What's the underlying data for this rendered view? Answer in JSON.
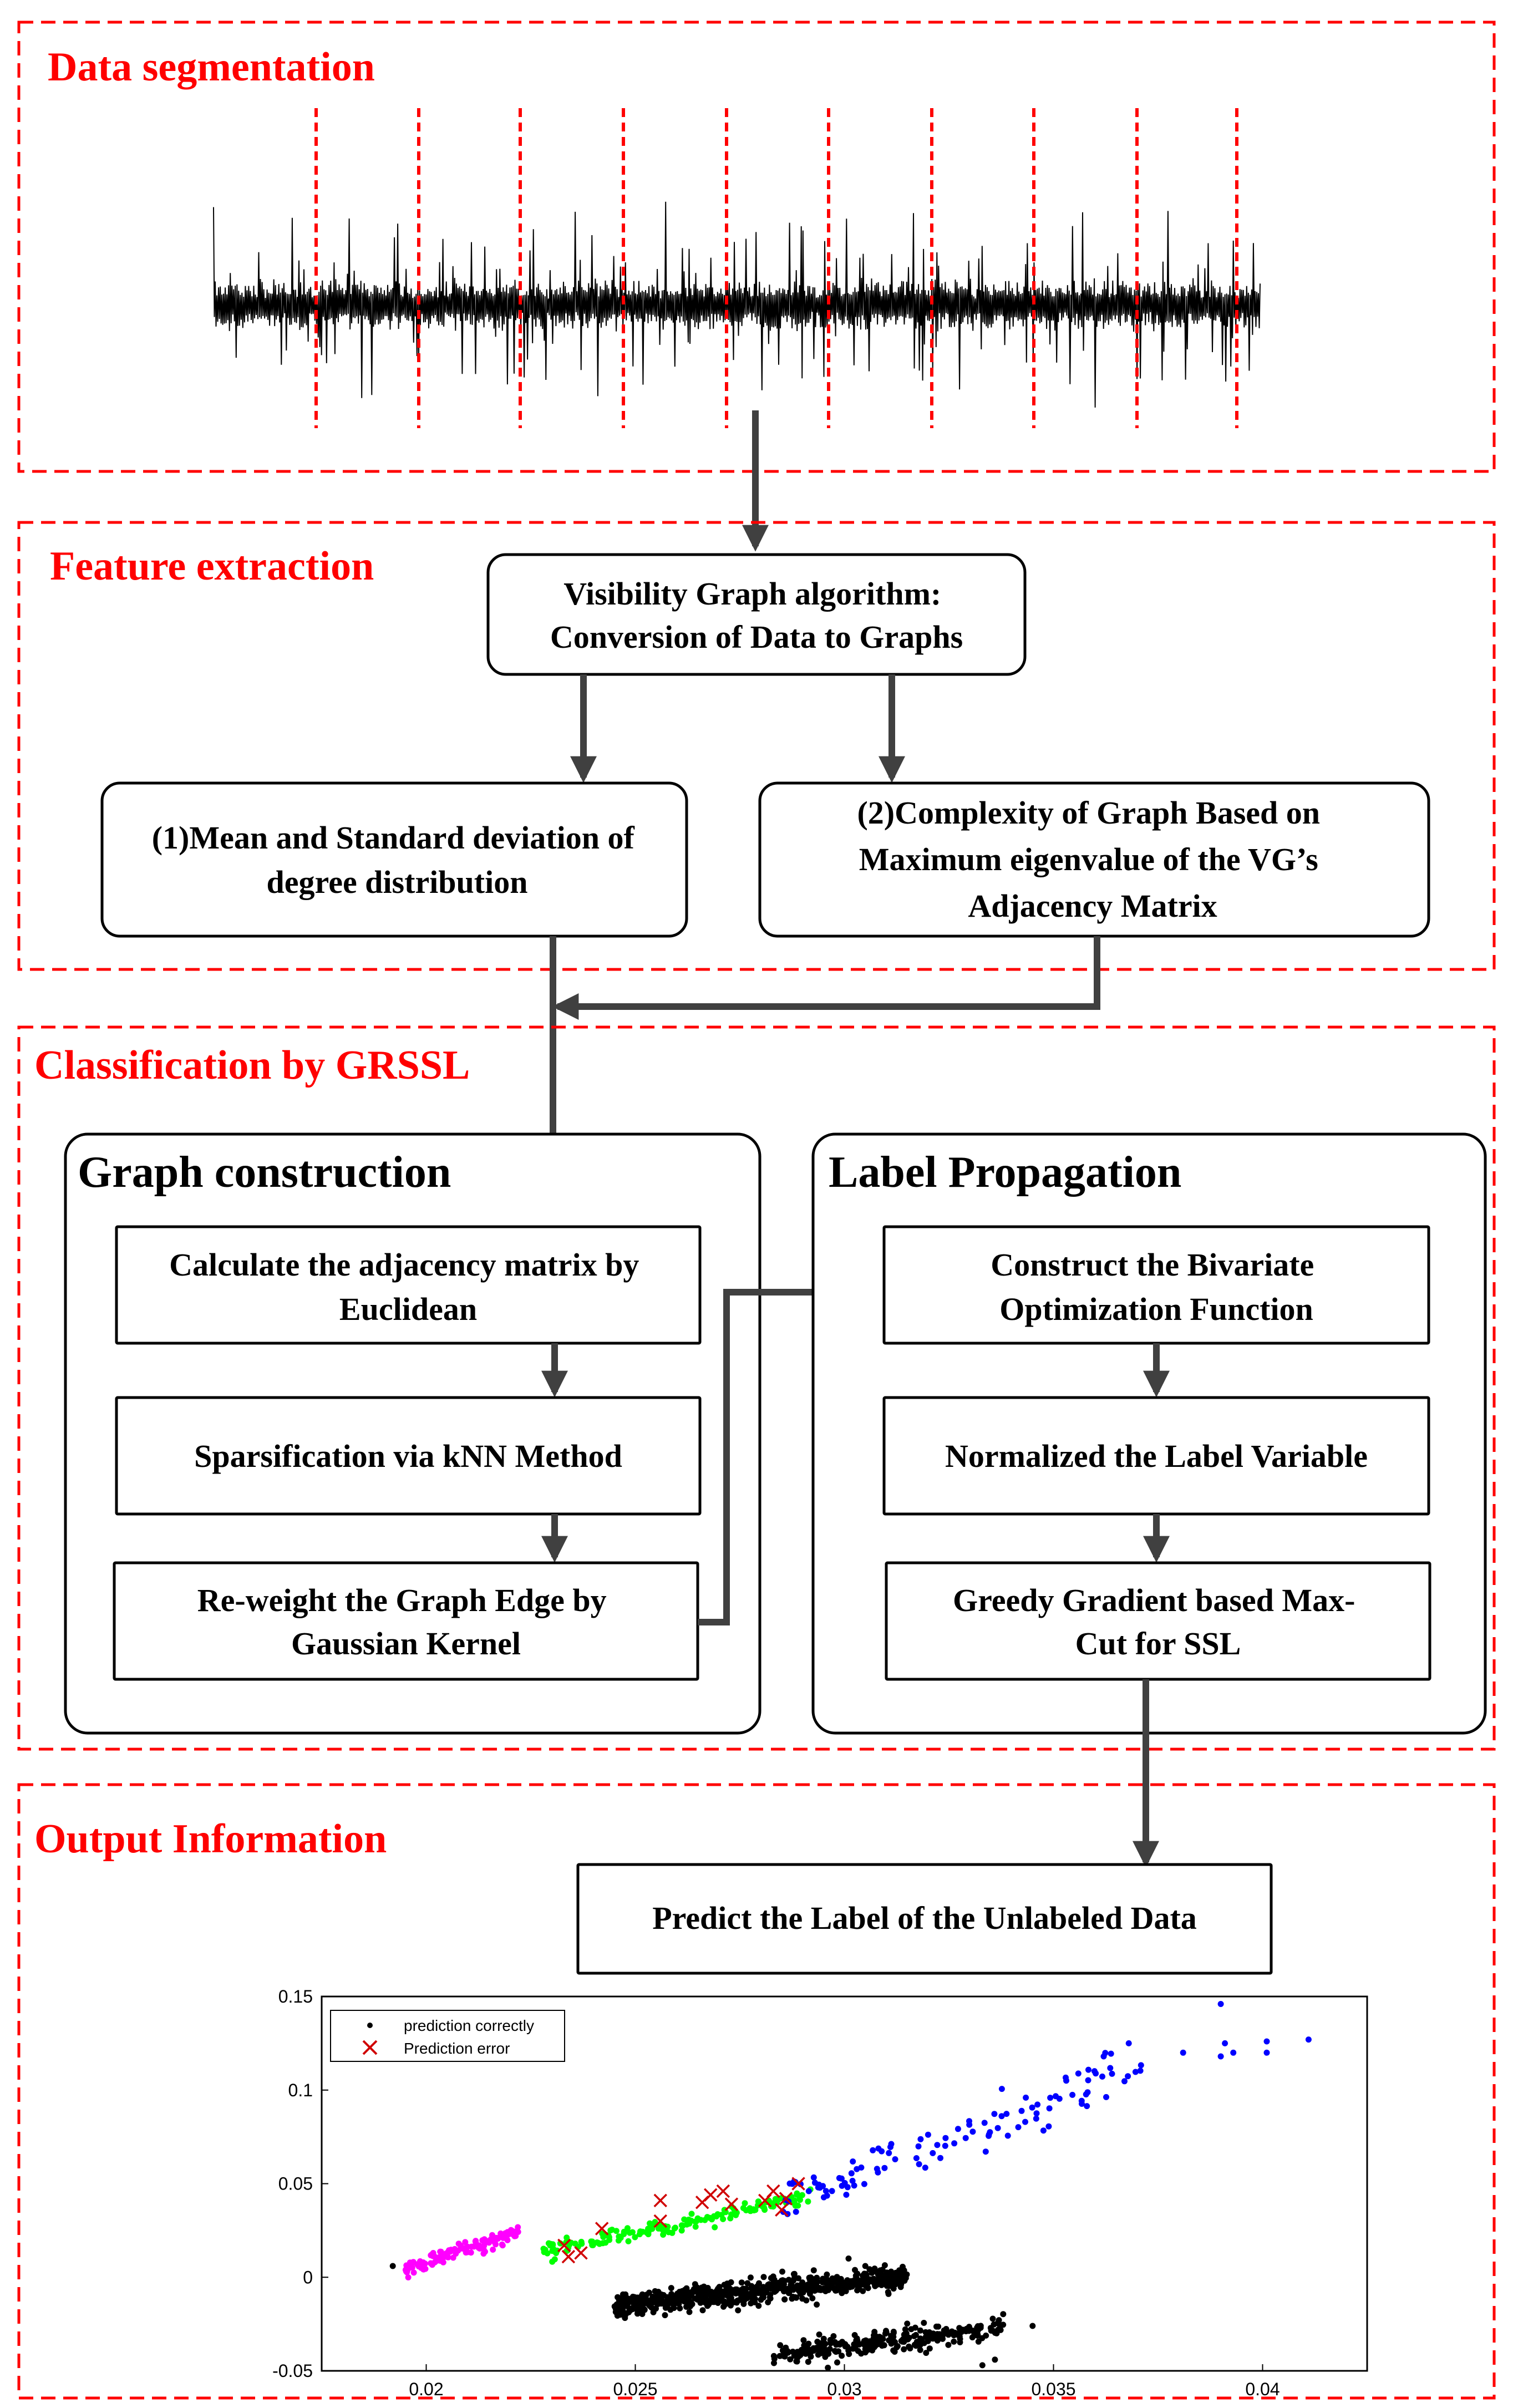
{
  "sections": {
    "segmentation": "Data segmentation",
    "feature": "Feature extraction",
    "classification": "Classification by GRSSL",
    "output": "Output Information"
  },
  "feature_boxes": {
    "vg": [
      "Visibility Graph algorithm:",
      "Conversion of Data to Graphs"
    ],
    "mean": [
      "(1)Mean and Standard deviation of",
      "degree distribution"
    ],
    "complexity": [
      "(2)Complexity of Graph Based on",
      "Maximum eigenvalue of the VG’s",
      "Adjacency Matrix"
    ]
  },
  "graph_construction": {
    "title": "Graph construction",
    "steps": [
      [
        "Calculate the adjacency matrix  by",
        "Euclidean"
      ],
      [
        "Sparsification via kNN Method"
      ],
      [
        "Re-weight the Graph Edge by",
        "Gaussian Kernel"
      ]
    ]
  },
  "label_propagation": {
    "title": "Label Propagation",
    "steps": [
      [
        "Construct the Bivariate",
        "Optimization Function"
      ],
      [
        "Normalized the Label Variable"
      ],
      [
        "Greedy Gradient based Max-",
        "Cut for SSL"
      ]
    ]
  },
  "output_box": "Predict the Label of the Unlabeled Data",
  "chart_data": {
    "type": "scatter",
    "xlim": [
      0.0175,
      0.0425
    ],
    "ylim": [
      -0.05,
      0.15
    ],
    "xticks": [
      "0.02",
      "0.025",
      "0.03",
      "0.035",
      "0.04"
    ],
    "xtick_values": [
      0.02,
      0.025,
      0.03,
      0.035,
      0.04
    ],
    "yticks": [
      "0.15",
      "0.1",
      "0.05",
      "0",
      "-0.05"
    ],
    "ytick_values": [
      0.15,
      0.1,
      0.05,
      0,
      -0.05
    ],
    "legend": [
      "prediction correctly",
      "Prediction error"
    ],
    "legend_position": "top-left",
    "colors": {
      "magenta": "#ff00ff",
      "green": "#00ff00",
      "blue": "#0000ff",
      "black": "#000000",
      "error": "#d00000"
    },
    "clusters": [
      {
        "color": "magenta",
        "count": 120,
        "x_range": [
          0.0195,
          0.0222
        ],
        "y_start": 0.004,
        "y_end": 0.024,
        "spread": 0.004
      },
      {
        "color": "green",
        "count": 160,
        "x_range": [
          0.0228,
          0.0292
        ],
        "y_start": 0.014,
        "y_end": 0.043,
        "spread": 0.004
      },
      {
        "color": "blue",
        "count": 110,
        "x_range": [
          0.0285,
          0.0372
        ],
        "y_start": 0.042,
        "y_end": 0.112,
        "spread": 0.012
      },
      {
        "color": "black",
        "count": 700,
        "x_range": [
          0.0245,
          0.0315
        ],
        "y_start": -0.015,
        "y_end": 0.0,
        "spread": 0.006
      },
      {
        "color": "black",
        "count": 260,
        "x_range": [
          0.0283,
          0.0338
        ],
        "y_start": -0.042,
        "y_end": -0.026,
        "spread": 0.006
      }
    ],
    "blue_outliers": [
      [
        0.0381,
        0.12
      ],
      [
        0.039,
        0.146
      ],
      [
        0.0391,
        0.125
      ],
      [
        0.0393,
        0.12
      ],
      [
        0.039,
        0.118
      ],
      [
        0.0401,
        0.126
      ],
      [
        0.0401,
        0.12
      ],
      [
        0.0411,
        0.127
      ],
      [
        0.0368,
        0.125
      ],
      [
        0.0362,
        0.118
      ]
    ],
    "black_outliers": [
      [
        0.0192,
        0.006
      ],
      [
        0.0345,
        -0.026
      ],
      [
        0.0336,
        -0.044
      ],
      [
        0.0333,
        -0.047
      ],
      [
        0.0301,
        0.01
      ],
      [
        0.0305,
        0.006
      ]
    ],
    "errors": [
      [
        0.0233,
        0.017
      ],
      [
        0.0234,
        0.011
      ],
      [
        0.0237,
        0.013
      ],
      [
        0.0242,
        0.026
      ],
      [
        0.0256,
        0.041
      ],
      [
        0.0256,
        0.03
      ],
      [
        0.0266,
        0.04
      ],
      [
        0.0268,
        0.044
      ],
      [
        0.0271,
        0.046
      ],
      [
        0.0283,
        0.046
      ],
      [
        0.0285,
        0.036
      ],
      [
        0.0286,
        0.042
      ],
      [
        0.0289,
        0.05
      ],
      [
        0.0281,
        0.041
      ],
      [
        0.0273,
        0.039
      ]
    ]
  }
}
